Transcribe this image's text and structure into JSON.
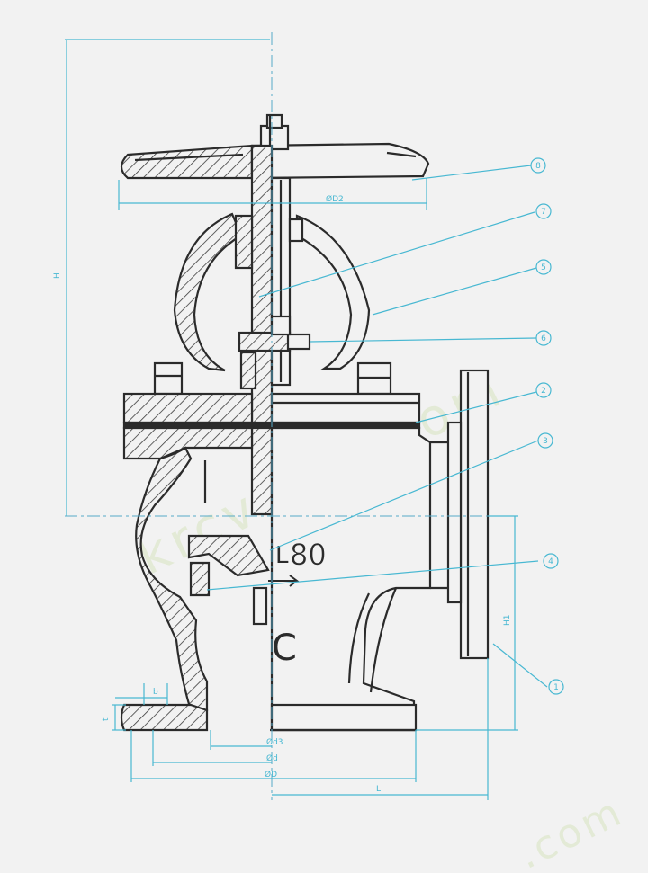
{
  "watermark": {
    "text": "krcvalve.com",
    "text_bottom": ".com",
    "color": "#e3ead6"
  },
  "colors": {
    "outline": "#2b2b2b",
    "hatch": "#3a3a3a",
    "dimension": "#48b8d2",
    "centerline": "#55aac8",
    "paper": "#f2f2f2"
  },
  "labels": {
    "d2": "ØD2",
    "h": "H",
    "h1": "H1",
    "l": "L",
    "d3": "Ød3",
    "d_small": "Ød",
    "d_large": "ØD",
    "b": "b",
    "t": "t"
  },
  "body_marks": {
    "size": "80",
    "size_prefix": "L",
    "class": "C"
  },
  "callouts": [
    "8",
    "7",
    "5",
    "6",
    "2",
    "3",
    "4",
    "1"
  ]
}
